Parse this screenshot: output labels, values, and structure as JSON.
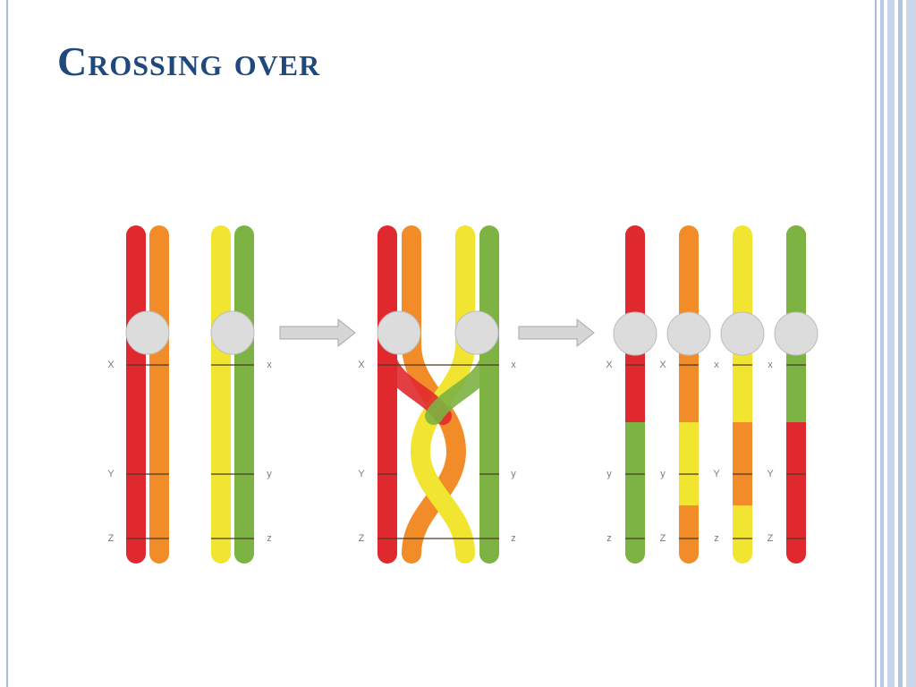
{
  "slide": {
    "title": "Crossing over"
  },
  "diagram": {
    "stage1_labels": {
      "left": [
        "X",
        "Y",
        "Z"
      ],
      "right": [
        "x",
        "y",
        "z"
      ]
    },
    "stage2_labels": {
      "left": [
        "X",
        "Y",
        "Z"
      ],
      "right": [
        "x",
        "y",
        "z"
      ]
    },
    "stage3_labels": [
      "X",
      "X",
      "x",
      "x",
      "y",
      "y",
      "Y",
      "Y",
      "z",
      "Z",
      "z",
      "Z"
    ]
  },
  "colors": {
    "title": "#1F497D",
    "red": "#E0292E",
    "orange": "#F28C28",
    "yellow": "#F2E531",
    "green": "#7CB342",
    "centromere": "#DCDCDC",
    "arrow": "#D6D6D6",
    "frame": "#A9BCD9"
  }
}
